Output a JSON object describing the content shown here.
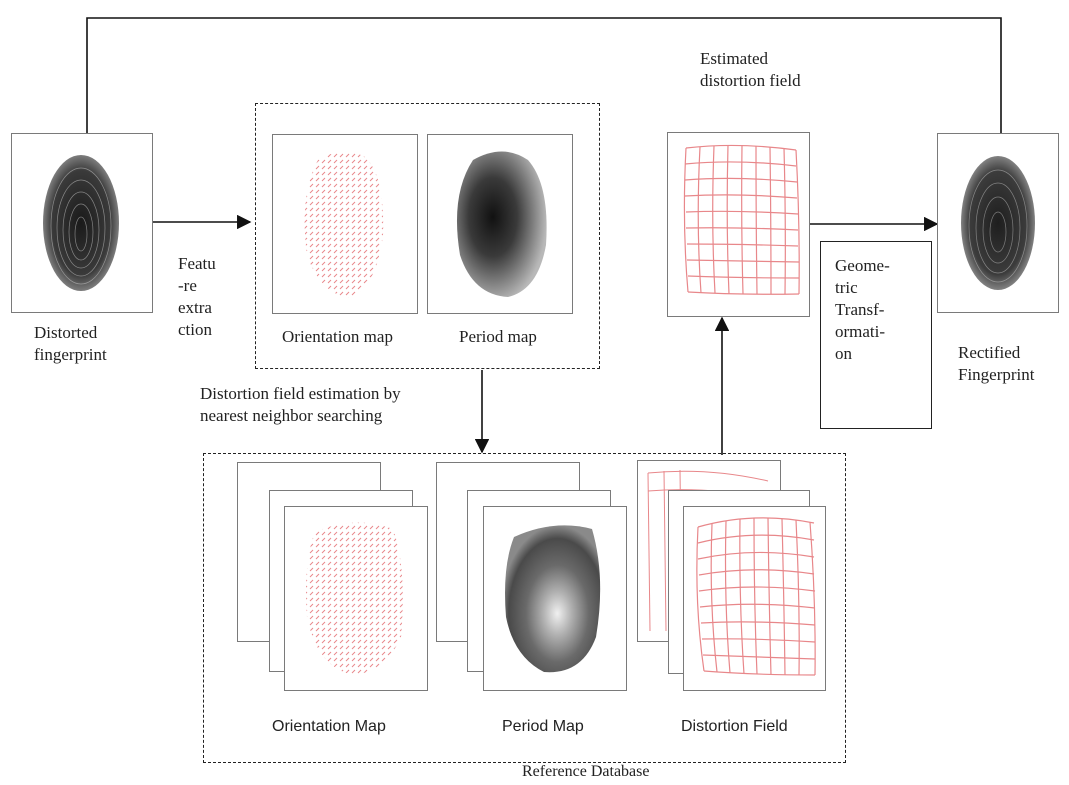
{
  "labels": {
    "distorted_fingerprint": "Distorted\nfingerprint",
    "feature_extraction": "Featu\n-re\nextra\nction",
    "orientation_map": "Orientation map",
    "period_map": "Period map",
    "estimated_distortion_field": "Estimated\ndistortion field",
    "geometric_transformation": "Geome-\ntric\nTransf-\normati-\non",
    "rectified_fingerprint": "Rectified\nFingerprint",
    "distortion_estimation": "Distortion field estimation by\nnearest neighbor searching",
    "db_orientation_map": "Orientation Map",
    "db_period_map": "Period Map",
    "db_distortion_field": "Distortion Field",
    "reference_database": "Reference Database"
  },
  "colors": {
    "grid_red": "#e8878a",
    "frame_grey": "#7a7a7a",
    "arrow": "#111111"
  },
  "icons": [
    "fingerprint-image",
    "orientation-map-image",
    "period-map-image",
    "distortion-grid-image"
  ]
}
